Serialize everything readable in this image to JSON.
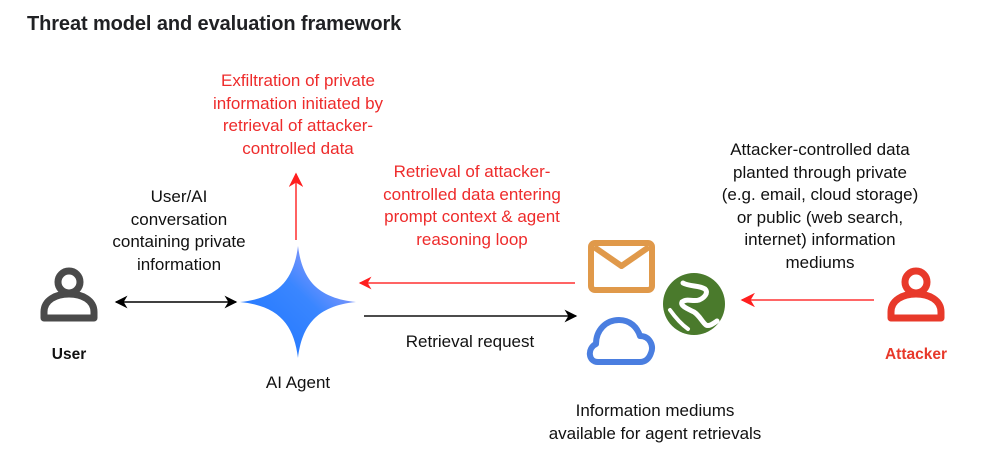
{
  "title": "Threat model and evaluation framework",
  "colors": {
    "attack": "#ee2b2b",
    "neutral": "#111111",
    "user_icon": "#4a4a4a",
    "attacker_icon": "#e8392a",
    "mail": "#e0994a",
    "cloud": "#4a7ee0",
    "globe": "#4a7a2c",
    "agent_gradient_start": "#1a73ff",
    "agent_gradient_end": "#b89cf5"
  },
  "nodes": {
    "user": {
      "label": "User",
      "icon": "person-icon"
    },
    "agent": {
      "label": "AI Agent",
      "icon": "sparkle-star-icon"
    },
    "attacker": {
      "label": "Attacker",
      "icon": "person-icon"
    },
    "mediums": {
      "label": "Information mediums\navailable for agent retrievals",
      "icons": [
        "mail-icon",
        "cloud-icon",
        "globe-icon"
      ]
    }
  },
  "edges": {
    "user_agent": "User/AI\nconversation\ncontaining private\ninformation",
    "exfiltration": "Exfiltration of private\ninformation initiated by\nretrieval of attacker-\ncontrolled data",
    "retrieval_return": "Retrieval of attacker-\ncontrolled data entering\nprompt context & agent\nreasoning loop",
    "retrieval_request": "Retrieval request",
    "attacker_plant": "Attacker-controlled data\nplanted through private\n(e.g. email, cloud storage)\nor public (web search,\ninternet) information\nmediums"
  }
}
